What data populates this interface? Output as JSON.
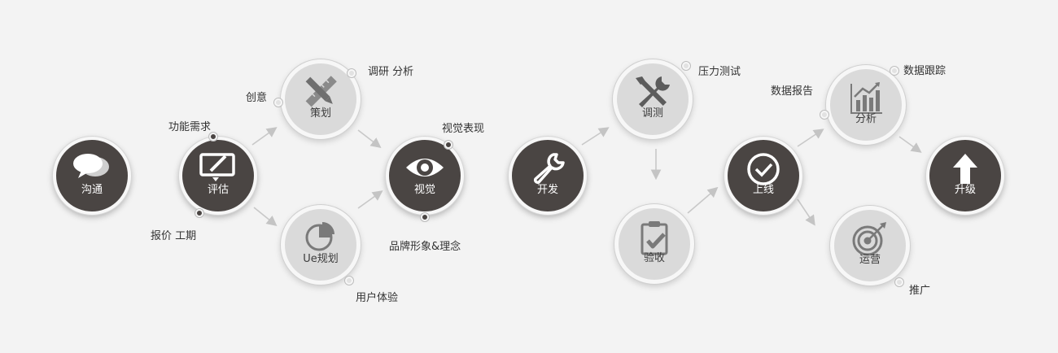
{
  "nodes": {
    "goutong": {
      "label": "沟通",
      "icon": "chat-bubbles-icon"
    },
    "pinggu": {
      "label": "评估",
      "icon": "edit-screen-icon"
    },
    "cehua": {
      "label": "策划",
      "icon": "pencil-ruler-icon"
    },
    "ueguihua": {
      "label": "Ue规划",
      "icon": "pie-chart-icon"
    },
    "shijue": {
      "label": "视觉",
      "icon": "eye-icon"
    },
    "kaifa": {
      "label": "开发",
      "icon": "wrench-icon"
    },
    "tiaoce": {
      "label": "调测",
      "icon": "tools-icon"
    },
    "yanshou": {
      "label": "验收",
      "icon": "clipboard-check-icon"
    },
    "shangxian": {
      "label": "上线",
      "icon": "check-circle-icon"
    },
    "fenxi": {
      "label": "分析",
      "icon": "bar-chart-icon"
    },
    "yunying": {
      "label": "运营",
      "icon": "target-icon"
    },
    "shengji": {
      "label": "升级",
      "icon": "arrow-up-icon"
    }
  },
  "annotations": {
    "gongneng_xuqiu": "功能需求",
    "baojia_gongqi": "报价 工期",
    "chuangyi": "创意",
    "diaoyan_fenxi": "调研 分析",
    "yonghu_tiyan": "用户体验",
    "shijue_biaoxian": "视觉表现",
    "pinpai_xingxiang": "品牌形象&理念",
    "yali_ceshi": "压力测试",
    "shuju_baogao": "数据报告",
    "shuju_genzong": "数据跟踪",
    "tuiguang": "推广"
  },
  "colors": {
    "dark": "#4a4543",
    "light": "#dadada",
    "background": "#f3f3f3",
    "arrow": "#c4c4c4"
  }
}
